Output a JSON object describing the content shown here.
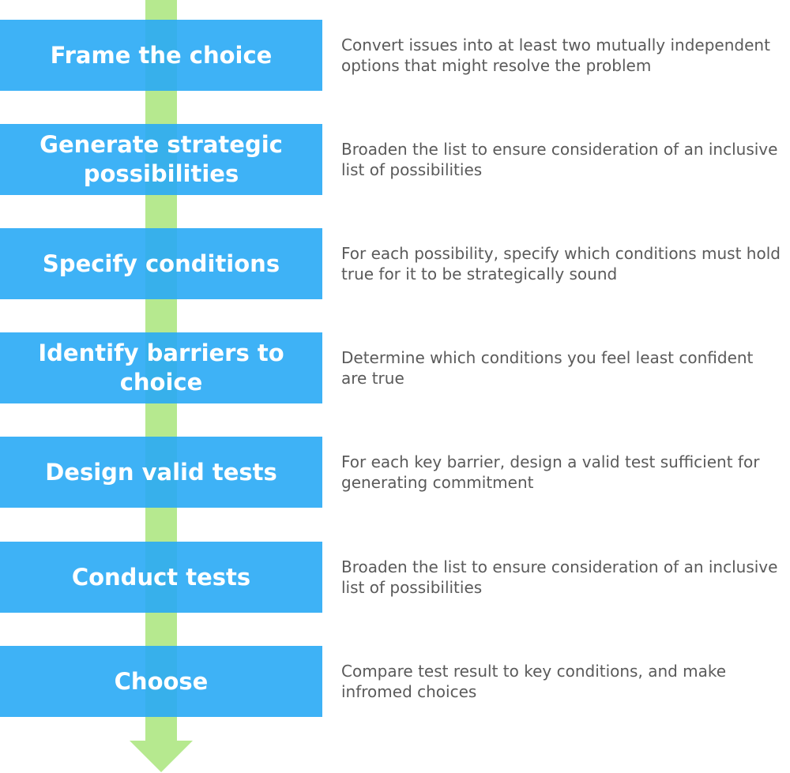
{
  "colors": {
    "step_box": "#29aaf5",
    "arrow": "#b6e98f",
    "description_text": "#5a5a5a",
    "label_text": "#ffffff"
  },
  "steps": [
    {
      "label": "Frame the choice",
      "description": "Convert issues into at least two mutually independent options that might resolve the problem"
    },
    {
      "label": "Generate strategic\npossibilities",
      "description": "Broaden the list to ensure consideration of an inclusive list of possibilities"
    },
    {
      "label": "Specify conditions",
      "description": "For each possibility, specify which conditions must hold true for it to be strategically sound"
    },
    {
      "label": "Identify barriers to\nchoice",
      "description": "Determine which conditions you feel least confident are true"
    },
    {
      "label": "Design valid tests",
      "description": "For each key barrier, design a valid test sufficient for generating commitment"
    },
    {
      "label": "Conduct tests",
      "description": "Broaden the list to ensure consideration of an inclusive list of possibilities"
    },
    {
      "label": "Choose",
      "description": "Compare test result to key conditions, and make infromed choices"
    }
  ]
}
